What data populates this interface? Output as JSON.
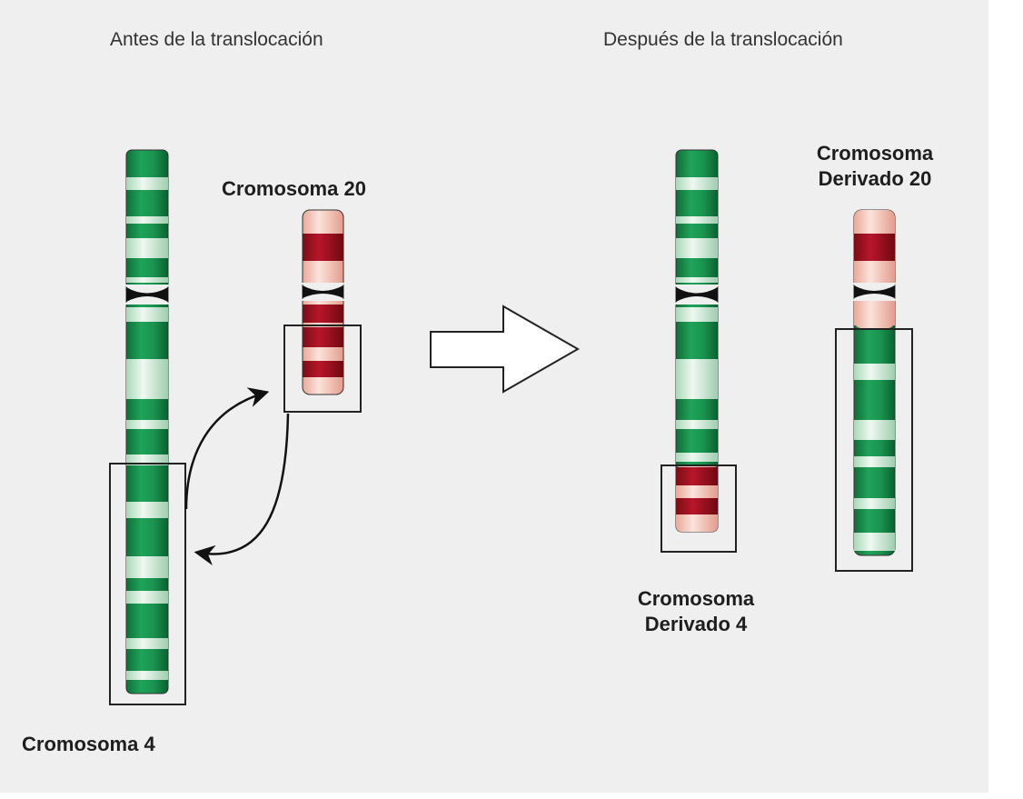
{
  "headers": {
    "before": "Antes de la translocación",
    "after": "Después de la translocación"
  },
  "labels": {
    "chr20": "Cromosoma 20",
    "chr4": "Cromosoma 4",
    "der20_line1": "Cromosoma",
    "der20_line2": "Derivado 20",
    "der4_line1": "Cromosoma",
    "der4_line2": "Derivado 4"
  },
  "colors": {
    "background": "#efeff0",
    "chr4_dark": "#178a4a",
    "chr4_light": "#d6eedd",
    "chr20_dark": "#a3101c",
    "chr20_light": "#f3c7bd",
    "centromere": "#111111"
  },
  "icons": {
    "transition_arrow": "right-arrow-outline",
    "exchange_arrows": "curved-double-arrow"
  }
}
